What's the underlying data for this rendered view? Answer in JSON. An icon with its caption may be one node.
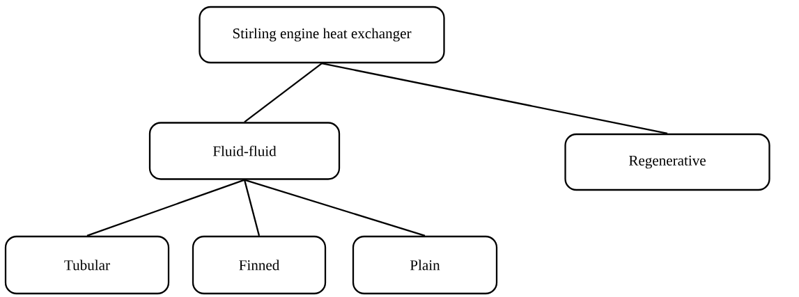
{
  "diagram": {
    "nodes": [
      {
        "text": [
          "Stirling engine heat exchanger"
        ]
      },
      {
        "text": [
          "Fluid-fluid"
        ]
      },
      {
        "text": [
          "Regenerative"
        ]
      },
      {
        "text": [
          "Tubular"
        ]
      },
      {
        "text": [
          "Finned"
        ]
      },
      {
        "text": [
          "Plain"
        ]
      }
    ],
    "edges": [
      {
        "from": 0,
        "to": 1,
        "arrow": "none"
      },
      {
        "from": 0,
        "to": 2,
        "arrow": "none"
      },
      {
        "from": 1,
        "to": 3,
        "arrow": "none"
      },
      {
        "from": 1,
        "to": 4,
        "arrow": "none"
      },
      {
        "from": 1,
        "to": 5,
        "arrow": "none"
      }
    ]
  }
}
